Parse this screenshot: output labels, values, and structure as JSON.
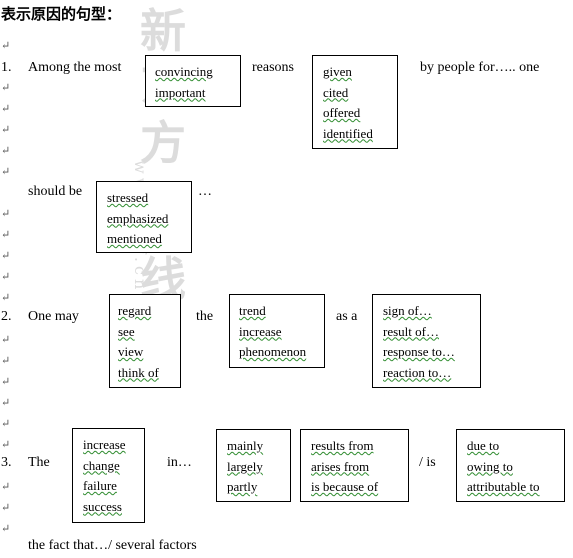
{
  "heading": "表示原因的句型：",
  "mark": "↵",
  "rows": {
    "r1": {
      "num": "1.",
      "t1": "Among the most",
      "box1": [
        "convincing",
        "important"
      ],
      "t2": "reasons",
      "box2": [
        "given",
        "cited",
        "offered",
        "identified"
      ],
      "t3": "by people for….. one",
      "t4": "should be",
      "box3": [
        "stressed",
        "emphasized",
        "mentioned"
      ],
      "t5": "…"
    },
    "r2": {
      "num": "2.",
      "t1": "One may",
      "box1": [
        "regard",
        "see",
        "view",
        "think of"
      ],
      "t2": "the",
      "box2": [
        "trend",
        "increase",
        "phenomenon"
      ],
      "t3": "as a",
      "box3": [
        "sign of…",
        "result of…",
        "response to…",
        "reaction to…"
      ]
    },
    "r3": {
      "num": "3.",
      "t1": "The",
      "box1": [
        "increase",
        "change",
        "failure",
        "success"
      ],
      "t2": "in…",
      "box2": [
        "mainly",
        "largely",
        "partly"
      ],
      "box3": [
        "results from",
        "arises from",
        "is because of"
      ],
      "t3": "/ is",
      "box4": [
        "due to",
        "owing to",
        "attributable to"
      ],
      "t4": "the fact that…/ several factors"
    }
  }
}
